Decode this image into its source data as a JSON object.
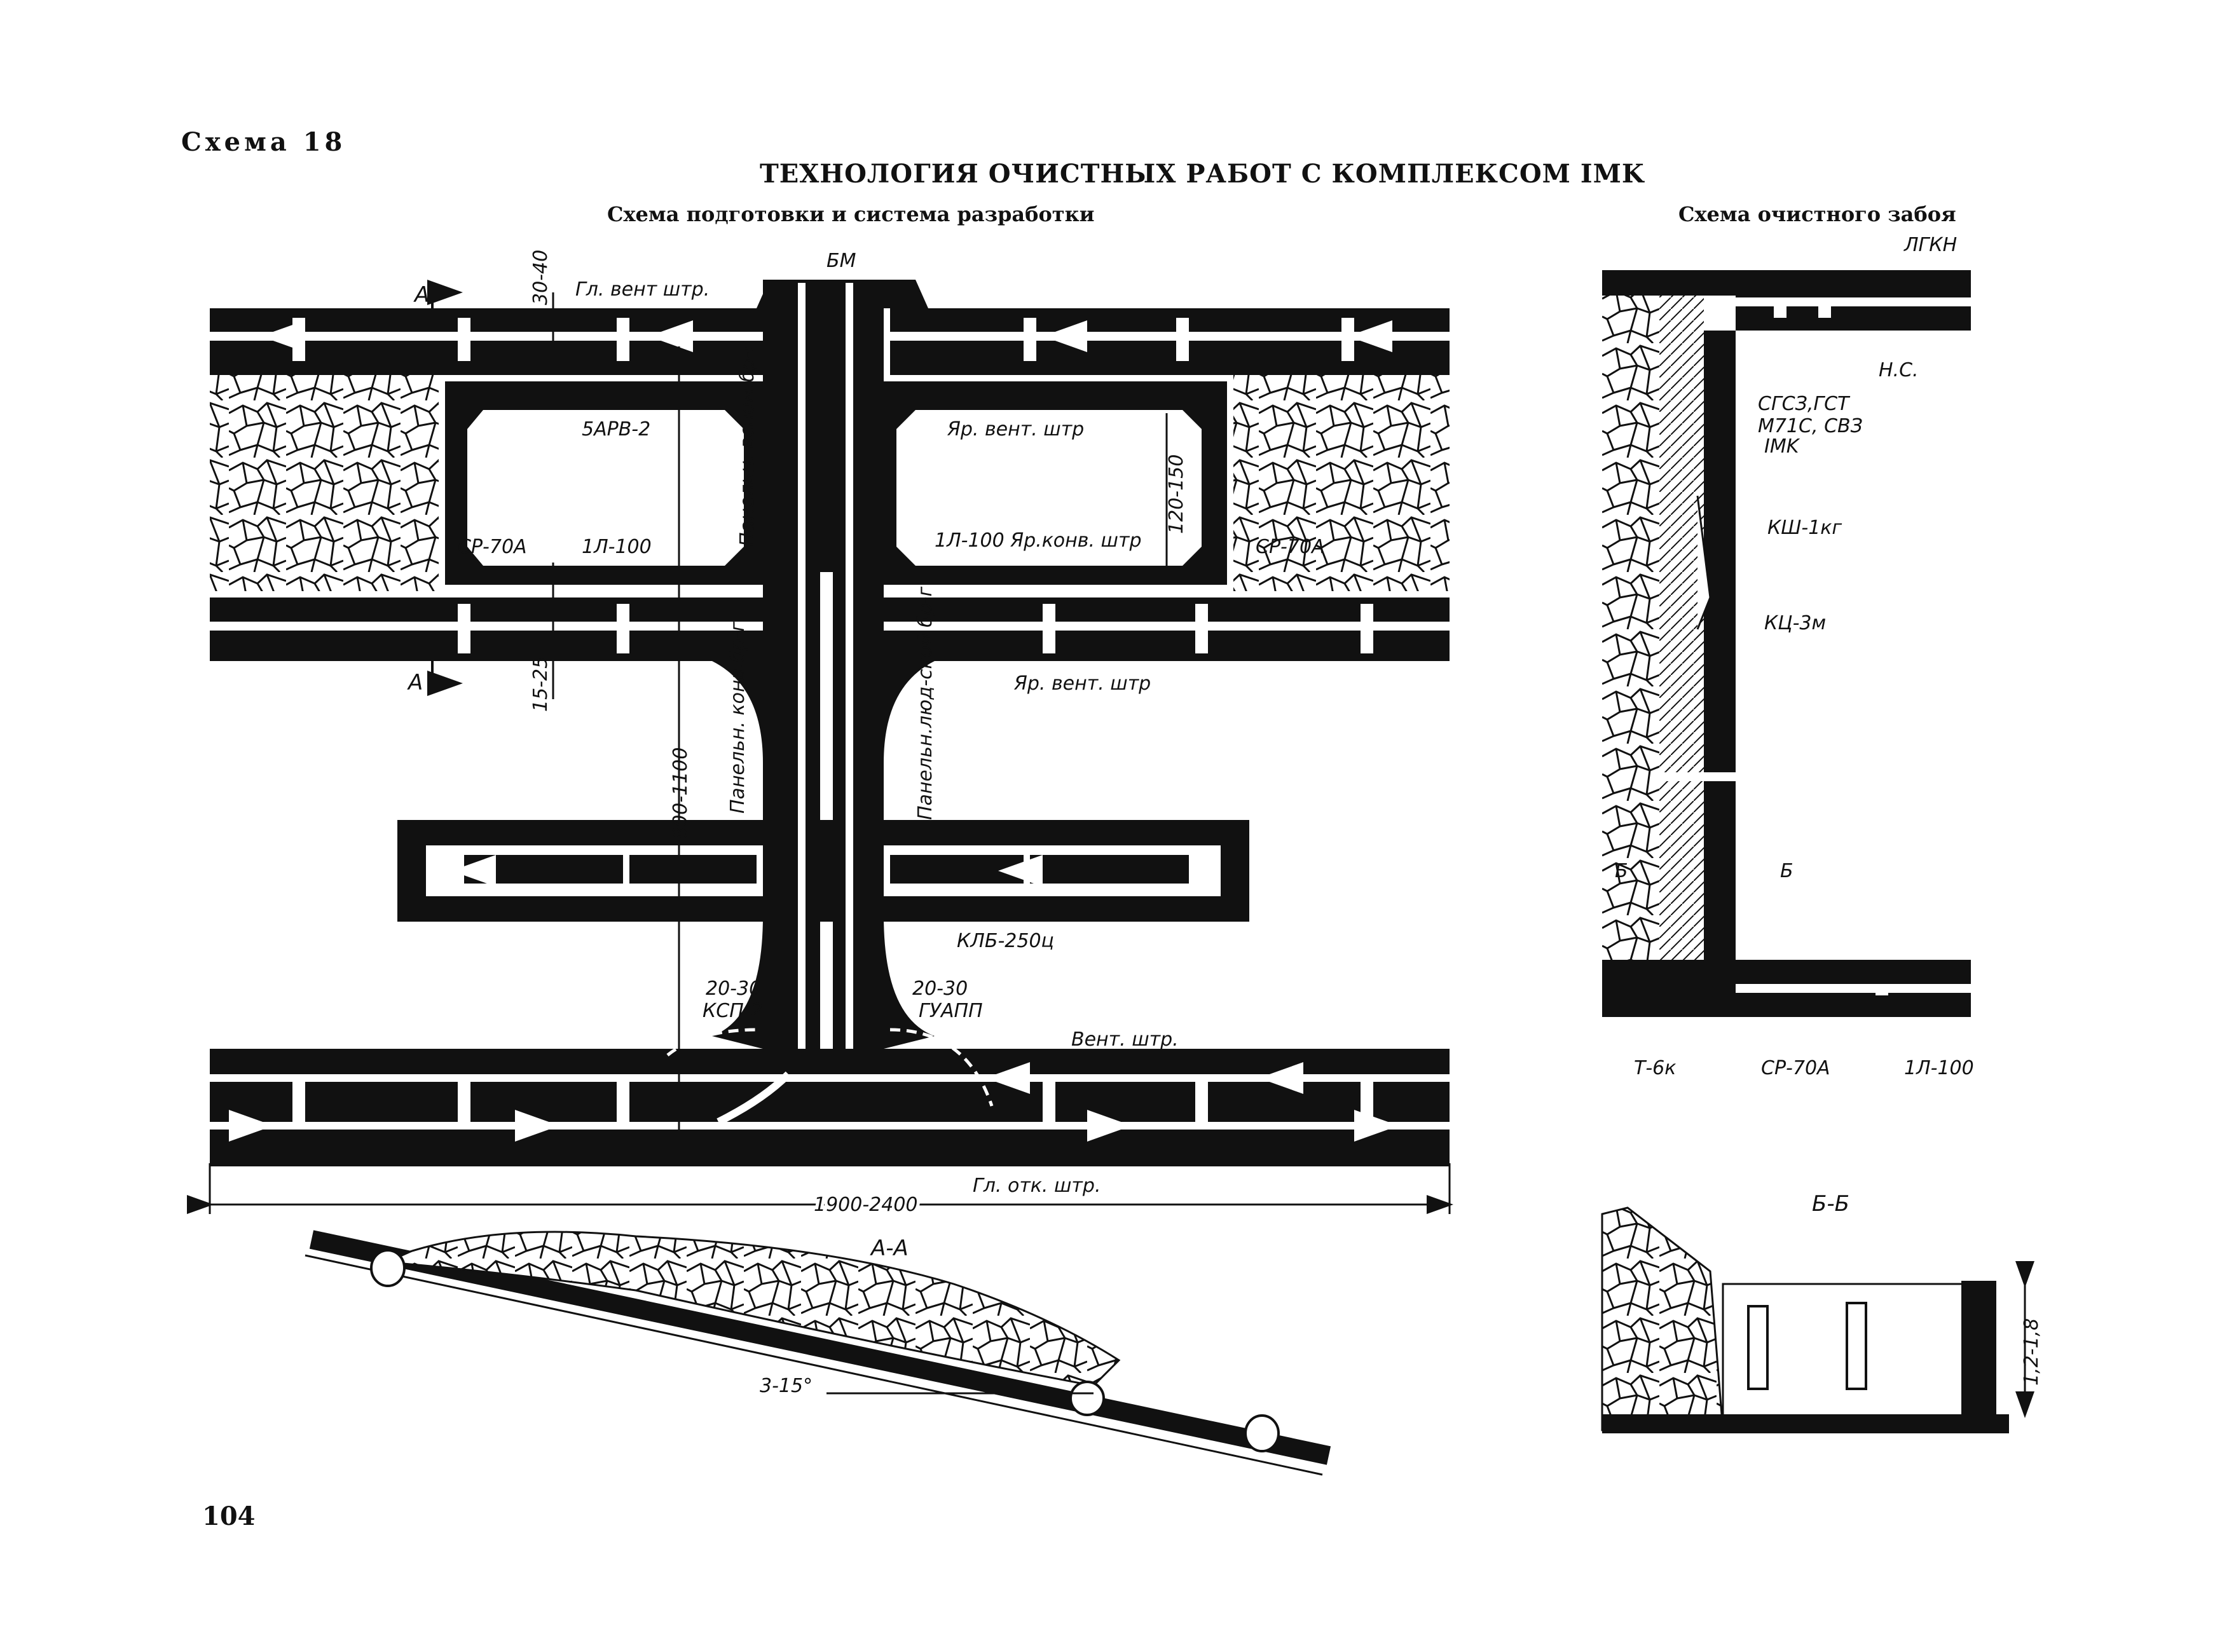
{
  "header": {
    "scheme_no": "Схема 18",
    "title": "ТЕХНОЛОГИЯ ОЧИСТНЫХ РАБОТ С КОМПЛЕКСОМ IMK",
    "left_subtitle": "Схема подготовки и система разработки",
    "right_subtitle": "Схема очистного забоя"
  },
  "page_number": "104",
  "plan": {
    "labels": {
      "bm": "БМ",
      "gl_vent": "Гл. вент штр.",
      "section_a_top": "А",
      "section_a_bottom": "А",
      "arv": "5АРВ-2",
      "yar_vent_top": "Яр. вент. штр",
      "panel_vspom": "Панельн. вспом.бр-г",
      "sr70a_left": "СР-70А",
      "l100_left": "1Л-100",
      "l100_yar_konv": "1Л-100 Яр.конв. штр",
      "sr70a_right": "СР-70А",
      "yar_vent_mid": "Яр. вент. штр",
      "panel_konv": "Панельн. конв.бр-г",
      "panel_lyud": "Панельн.люд-ской бр-г",
      "klb": "КЛБ-250ц",
      "dim_20_30_left": "20-30",
      "ksp": "КСП-2",
      "dim_20_30_right": "20-30",
      "guapp": "ГУАПП",
      "vent_shtr": "Вент. штр.",
      "gl_otk": "Гл. отк. штр.",
      "dim_30_40": "30-40",
      "dim_120_150": "120-150",
      "dim_15_25": "15-25",
      "dim_800_1100": "800-1100",
      "dim_1900_2400": "1900-2400"
    }
  },
  "section_aa": {
    "title": "А-А",
    "angle": "3-15°"
  },
  "face": {
    "labels": {
      "lgkn": "ЛГКН",
      "ns": "Н.С.",
      "sgsz": "СГСЗ,ГСТ",
      "m71s": "М71С, СВЗ",
      "imk": "IMK",
      "ksh": "КШ-1кг",
      "kts": "КЦ-3м",
      "b_left": "Б",
      "b_right": "Б",
      "t6k": "Т-6к",
      "sr70a": "СР-70А",
      "l100": "1Л-100"
    }
  },
  "section_bb": {
    "title": "Б-Б",
    "height": "1,2-1,8"
  }
}
